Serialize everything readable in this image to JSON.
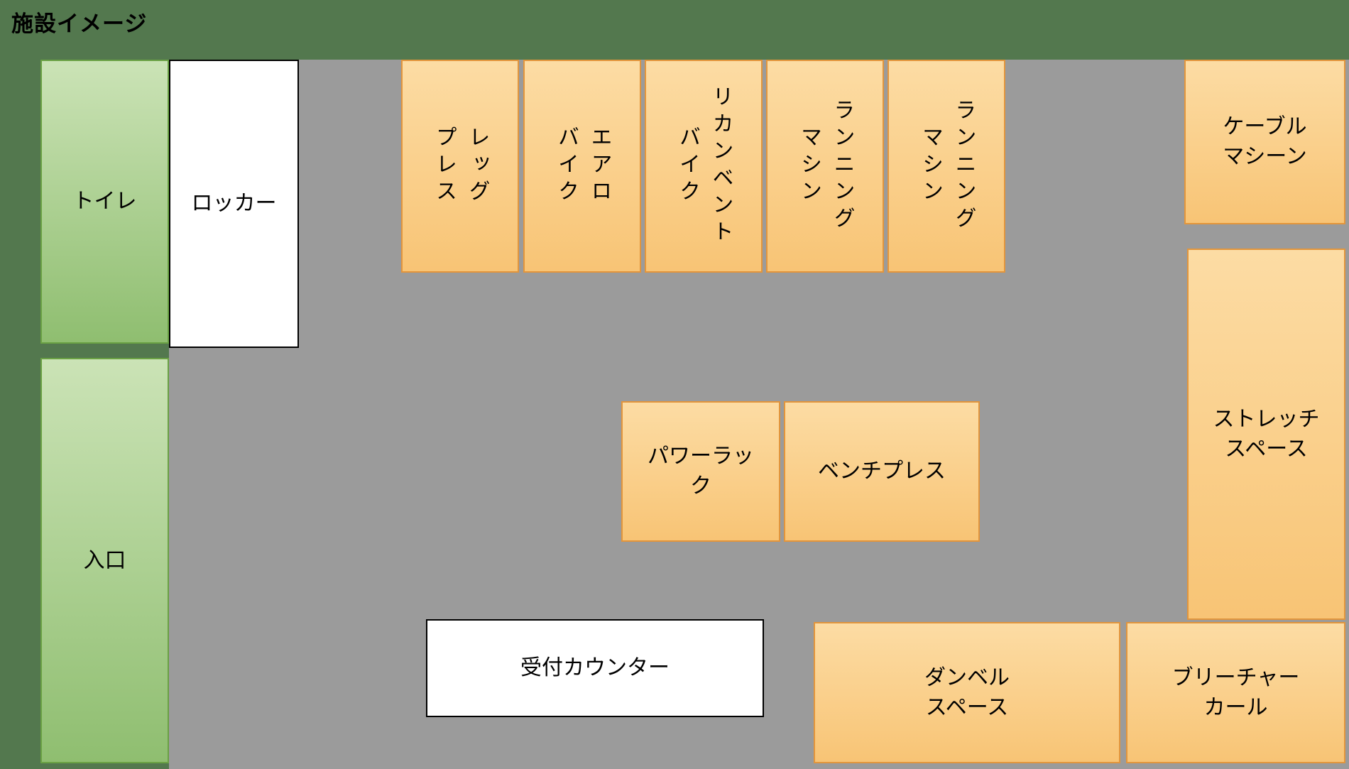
{
  "title": "施設イメージ",
  "colors": {
    "background_green": "#53784e",
    "floor_gray": "#9b9b9b",
    "zone_green_light": "#cbe3b6",
    "zone_green_dark": "#8fbe70",
    "zone_green_border": "#6aa144",
    "equipment_fill_light": "#fcdca4",
    "equipment_fill_dark": "#f8c475",
    "equipment_border": "#e2953c",
    "white_box_fill": "#ffffff",
    "white_box_border": "#000000",
    "text": "#000000"
  },
  "zones": {
    "toilet": {
      "label": "トイレ"
    },
    "entrance": {
      "label": "入口"
    },
    "locker": {
      "label": "ロッカー"
    },
    "reception": {
      "label": "受付カウンター"
    }
  },
  "equipment": {
    "leg_press": {
      "label": "レッグ\nプレス"
    },
    "aero_bike": {
      "label": "エアロ\nバイク"
    },
    "recumbent_bike": {
      "label": "リカンベント\nバイク"
    },
    "running_machine_1": {
      "label": "ランニング\nマシン"
    },
    "running_machine_2": {
      "label": "ランニング\nマシン"
    },
    "cable_machine": {
      "label": "ケーブル\nマシーン"
    },
    "stretch_space": {
      "label": "ストレッチ\nスペース"
    },
    "power_rack": {
      "label": "パワーラッ\nク"
    },
    "bench_press": {
      "label": "ベンチプレス"
    },
    "dumbbell_space": {
      "label": "ダンベル\nスペース"
    },
    "preacher_curl": {
      "label": "ブリーチャー\nカール"
    }
  }
}
